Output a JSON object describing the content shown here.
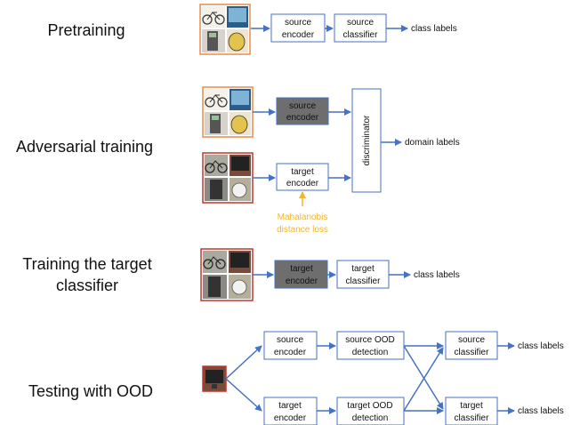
{
  "stages": {
    "pretraining": "Pretraining",
    "adversarial": "Adversarial training",
    "target_line1": "Training the target",
    "target_line2": "classifier",
    "testing": "Testing with OOD"
  },
  "boxes": {
    "source_l1": "source",
    "encoder": "encoder",
    "classifier": "classifier",
    "target_l1": "target",
    "discriminator": "discriminator",
    "source_ood_l1": "source OOD",
    "target_ood_l1": "target OOD",
    "detection": "detection"
  },
  "outputs": {
    "class_labels": "class labels",
    "domain_labels": "domain labels"
  },
  "loss": {
    "line1": "Mahalanobis",
    "line2": "distance loss"
  },
  "colors": {
    "arrow": "#4472c4",
    "box_border": "#4472c4",
    "box_fill": "#ffffff",
    "frozen_fill": "#6e6e6e",
    "loss_text": "#f2b531",
    "source_frame": "#e88a4a",
    "target_frame": "#c0392b"
  }
}
